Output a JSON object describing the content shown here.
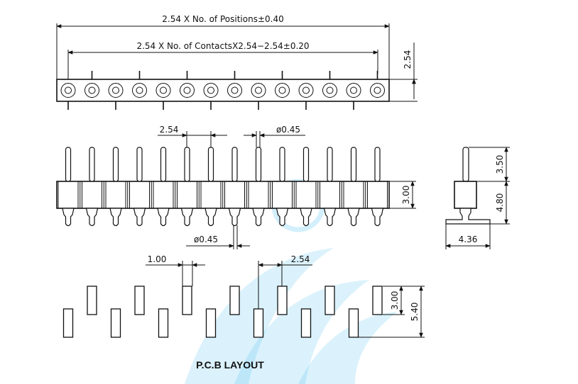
{
  "top_view": {
    "overall_dim": "2.54 X No. of Positions±0.40",
    "contact_dim": "2.54 X No. of ContactsX2.54−2.54±0.20",
    "height_dim": "2.54",
    "positions": 14
  },
  "front_view": {
    "pitch_dim": "2.54",
    "pin_dia_top": "ø0.45",
    "body_height_dim": "3.00",
    "pin_dia_bottom": "ø0.45"
  },
  "side_view": {
    "pin_length_dim": "3.50",
    "body_dim": "4.80",
    "foot_dim": "4.36"
  },
  "pcb_layout": {
    "pad_width_dim": "1.00",
    "pitch_dim": "2.54",
    "pad_height_dim": "3.00",
    "row_span_dim": "5.40",
    "title": "P.C.B LAYOUT"
  },
  "colors": {
    "line": "#111111",
    "watermark": "#38b6f1"
  }
}
